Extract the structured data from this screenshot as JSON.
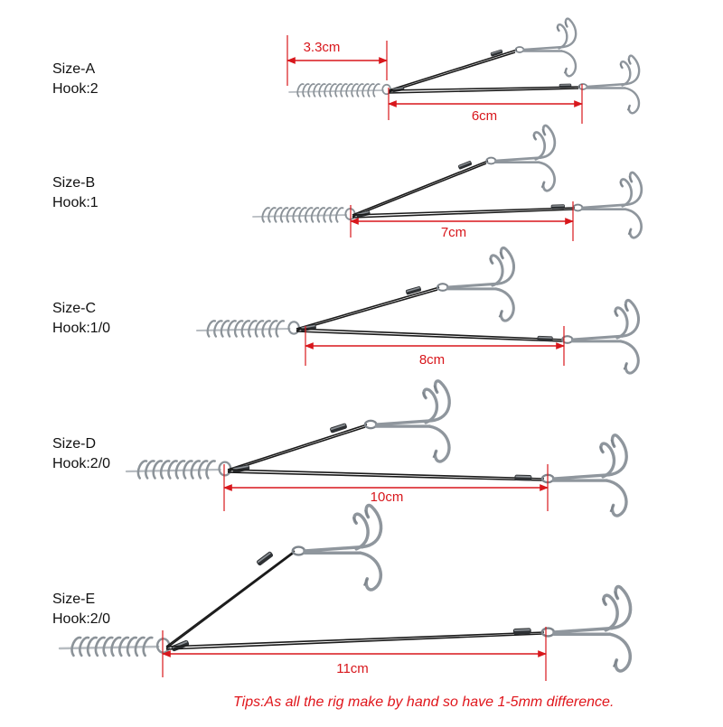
{
  "rigs": [
    {
      "size": "Size-A",
      "hook": "Hook:2",
      "lengths": [
        "3.3cm",
        "6cm"
      ]
    },
    {
      "size": "Size-B",
      "hook": "Hook:1",
      "lengths": [
        "7cm"
      ]
    },
    {
      "size": "Size-C",
      "hook": "Hook:1/0",
      "lengths": [
        "8cm"
      ]
    },
    {
      "size": "Size-D",
      "hook": "Hook:2/0",
      "lengths": [
        "10cm"
      ]
    },
    {
      "size": "Size-E",
      "hook": "Hook:2/0",
      "lengths": [
        "11cm"
      ]
    }
  ],
  "tip": "Tips:As all the rig make by hand so have 1-5mm difference.",
  "colors": {
    "dimension": "#d8171c",
    "wire": "#1a1a1a",
    "steel": "#9aa1a8",
    "text": "#111111"
  }
}
